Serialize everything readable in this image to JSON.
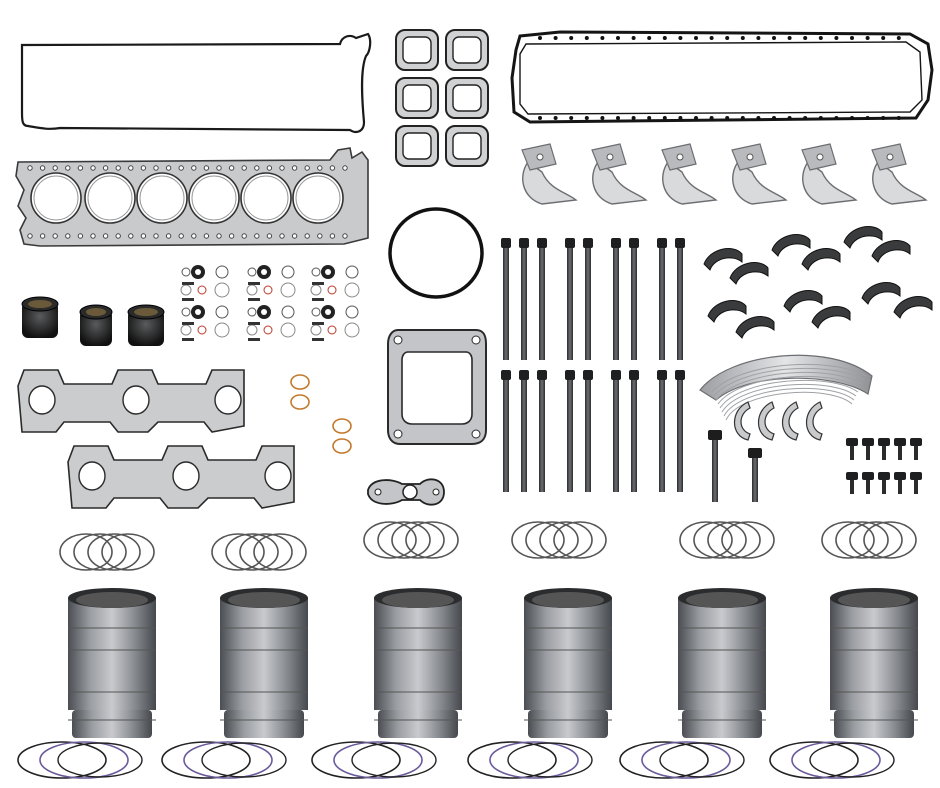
{
  "image": {
    "kind": "product-photo",
    "subject_icon": "engine-overhaul-kit",
    "background": "#ffffff",
    "colors": {
      "gasket_outline": "#1a1a1a",
      "gasket_metal": "#c9cacc",
      "steel_dark": "#4a4d52",
      "steel_mid": "#8c8f94",
      "steel_light": "#d7d8da",
      "bearing_shell": "#3a3b3d",
      "rubber_black": "#1d1d1d",
      "seal_ring_purple": "#6a5a9a"
    }
  },
  "parts": [
    {
      "name": "valve-cover-gasket",
      "count": 1
    },
    {
      "name": "cylinder-head-gasket",
      "count": 1
    },
    {
      "name": "square-port-gaskets",
      "count": 6
    },
    {
      "name": "oil-pan-gasket",
      "count": 1
    },
    {
      "name": "piston-cooling-nozzles",
      "count": 6
    },
    {
      "name": "large-o-ring",
      "count": 1
    },
    {
      "name": "injector-seal-sets",
      "count": 6
    },
    {
      "name": "rubber-sleeves",
      "count": 3
    },
    {
      "name": "exhaust-manifold-gaskets",
      "count": 2
    },
    {
      "name": "small-o-rings",
      "count": 4
    },
    {
      "name": "turbo-flange-gasket",
      "count": 1
    },
    {
      "name": "oil-line-gasket",
      "count": 1
    },
    {
      "name": "head-bolts",
      "count": 20
    },
    {
      "name": "rod-bearing-shells",
      "count": 12
    },
    {
      "name": "main-bearing-stack",
      "count": 1
    },
    {
      "name": "thrust-washers",
      "count": 4
    },
    {
      "name": "long-bolts",
      "count": 2
    },
    {
      "name": "short-bolts",
      "count": 10
    },
    {
      "name": "piston-ring-sets",
      "count": 6
    },
    {
      "name": "cylinder-liners",
      "count": 6
    },
    {
      "name": "liner-seal-ring-sets",
      "count": 6
    }
  ]
}
